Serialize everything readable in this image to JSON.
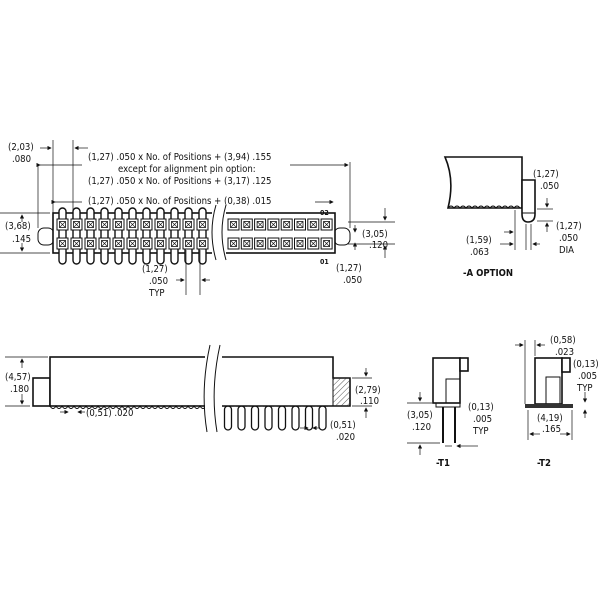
{
  "top_view": {
    "end_offset": [
      "(2,03)",
      ".080"
    ],
    "overall_length": "(1,27) .050 x No. of Positions + (3,94) .155",
    "except_note": "except for alignment pin option:",
    "alt_length": "(1,27) .050 x No. of Positions + (3,17) .125",
    "body_length": "(1,27) .050 x No. of Positions + (0,38) .015",
    "row_label_top": "02",
    "row_label_bottom": "01",
    "height": [
      "(3,68)",
      ".145"
    ],
    "pin_row": [
      "(3,05)",
      ".120"
    ],
    "row_pitch": [
      "(1,27)",
      ".050"
    ],
    "pitch": [
      "(1,27)",
      ".050",
      "TYP"
    ]
  },
  "a_option": {
    "pin_length": [
      "(1,27)",
      ".050"
    ],
    "pin_dia": [
      "(1,27)",
      ".050",
      "DIA"
    ],
    "offset": [
      "(1,59)",
      ".063"
    ],
    "title": "-A OPTION"
  },
  "side_view": {
    "height": [
      "(4,57)",
      ".180"
    ],
    "standoff": "(0,51) .020",
    "lead_height": [
      "(2,79)",
      ".110"
    ],
    "lead_width": [
      "(0,51)",
      ".020"
    ]
  },
  "t1": {
    "lead_length": [
      "(3,05)",
      ".120"
    ],
    "lead_thk": [
      "(0,13)",
      ".005",
      "TYP"
    ],
    "title": "-T1"
  },
  "t2": {
    "tab": [
      "(0,58)",
      ".023"
    ],
    "thk": [
      "(0,13)",
      ".005",
      "TYP"
    ],
    "width": [
      "(4,19)",
      ".165"
    ],
    "title": "-T2"
  }
}
